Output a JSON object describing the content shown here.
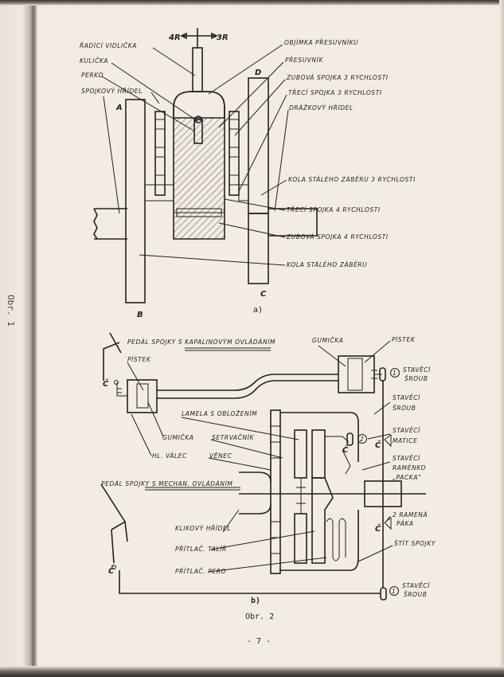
{
  "margin_text": "Obr. 1",
  "figure_a": {
    "caption": "a)",
    "direction_left": "4R",
    "direction_right": "3R",
    "letters": {
      "a": "A",
      "b": "B",
      "c": "C",
      "d": "D"
    },
    "labels": {
      "fork": "ŘADÍCÍ VIDLIČKA",
      "ball": "KULIČKA",
      "spring": "PERKO",
      "clutch_shaft": "SPOJKOVÝ HŘÍDEL",
      "collar": "OBJÍMKA PŘESUVNÍKU",
      "shifter": "PŘESUVNÍK",
      "dog_clutch_3": "ZUBOVÁ SPOJKA 3 RYCHLOSTI",
      "friction_clutch_3": "TŘECÍ SPOJKA 3 RYCHLOSTI",
      "splined_shaft": "DRÁŽKOVÝ HŘÍDEL",
      "constant_mesh_3": "KOLA STÁLÉHO ZÁBĚRU 3 RYCHLOSTI",
      "friction_clutch_4": "TŘECÍ SPOJKA 4 RYCHLOSTI",
      "dog_clutch_4": "ZUBOVÁ SPOJKA 4 RYCHLOSTI",
      "constant_mesh": "KOLA STÁLÉHO ZÁBĚRU"
    }
  },
  "figure_b": {
    "caption": "b)",
    "labels": {
      "pedal_hydraulic_a": "PEDÁL SPOJKY ",
      "pedal_hydraulic_b": "S KAPALINOVÝM OVLÁDÁNÍM",
      "rubber_top": "GUMIČKA",
      "piston_right": "PÍSTEK",
      "piston_left": "PÍSTEK",
      "pivot": "Č",
      "adj_screw_1_num": "1",
      "adj_screw_1": [
        "STAVĚCÍ",
        "ŠROUB"
      ],
      "adj_screw": [
        "STAVĚCÍ",
        "ŠROUB"
      ],
      "disc": "LAMELA S OBLOŽENÍM",
      "rubber_left": "GUMIČKA",
      "flywheel": "SETRVAČNÍK",
      "adj_nut_num": "2",
      "adj_nut": [
        "STAVĚCÍ",
        "MATICE"
      ],
      "master_cyl": "HL. VÁLEC",
      "ring_gear": "VĚNEC",
      "adj_arm": [
        "STAVĚCÍ",
        "RAMÉNKO",
        "„PACKA\""
      ],
      "pedal_mech_a": "PEDÁL SPOJKY ",
      "pedal_mech_b": "S MECHAN. OVLÁDÁNÍM",
      "crankshaft": "KLIKOVÝ HŘÍDEL",
      "lever": [
        "2 RAMENÁ",
        "PÁKA"
      ],
      "shield": "ŠTÍT SPOJKY",
      "pressure_plate": "PŘÍTLAČ. TALÍŘ",
      "pressure_spring": "PŘÍTLAČ. PERO",
      "adj_screw_2_num": "1",
      "adj_screw_2": [
        "STAVĚCÍ",
        "ŠROUB"
      ]
    }
  },
  "figure_caption": "Obr. 2",
  "page_number": "- 7 -"
}
